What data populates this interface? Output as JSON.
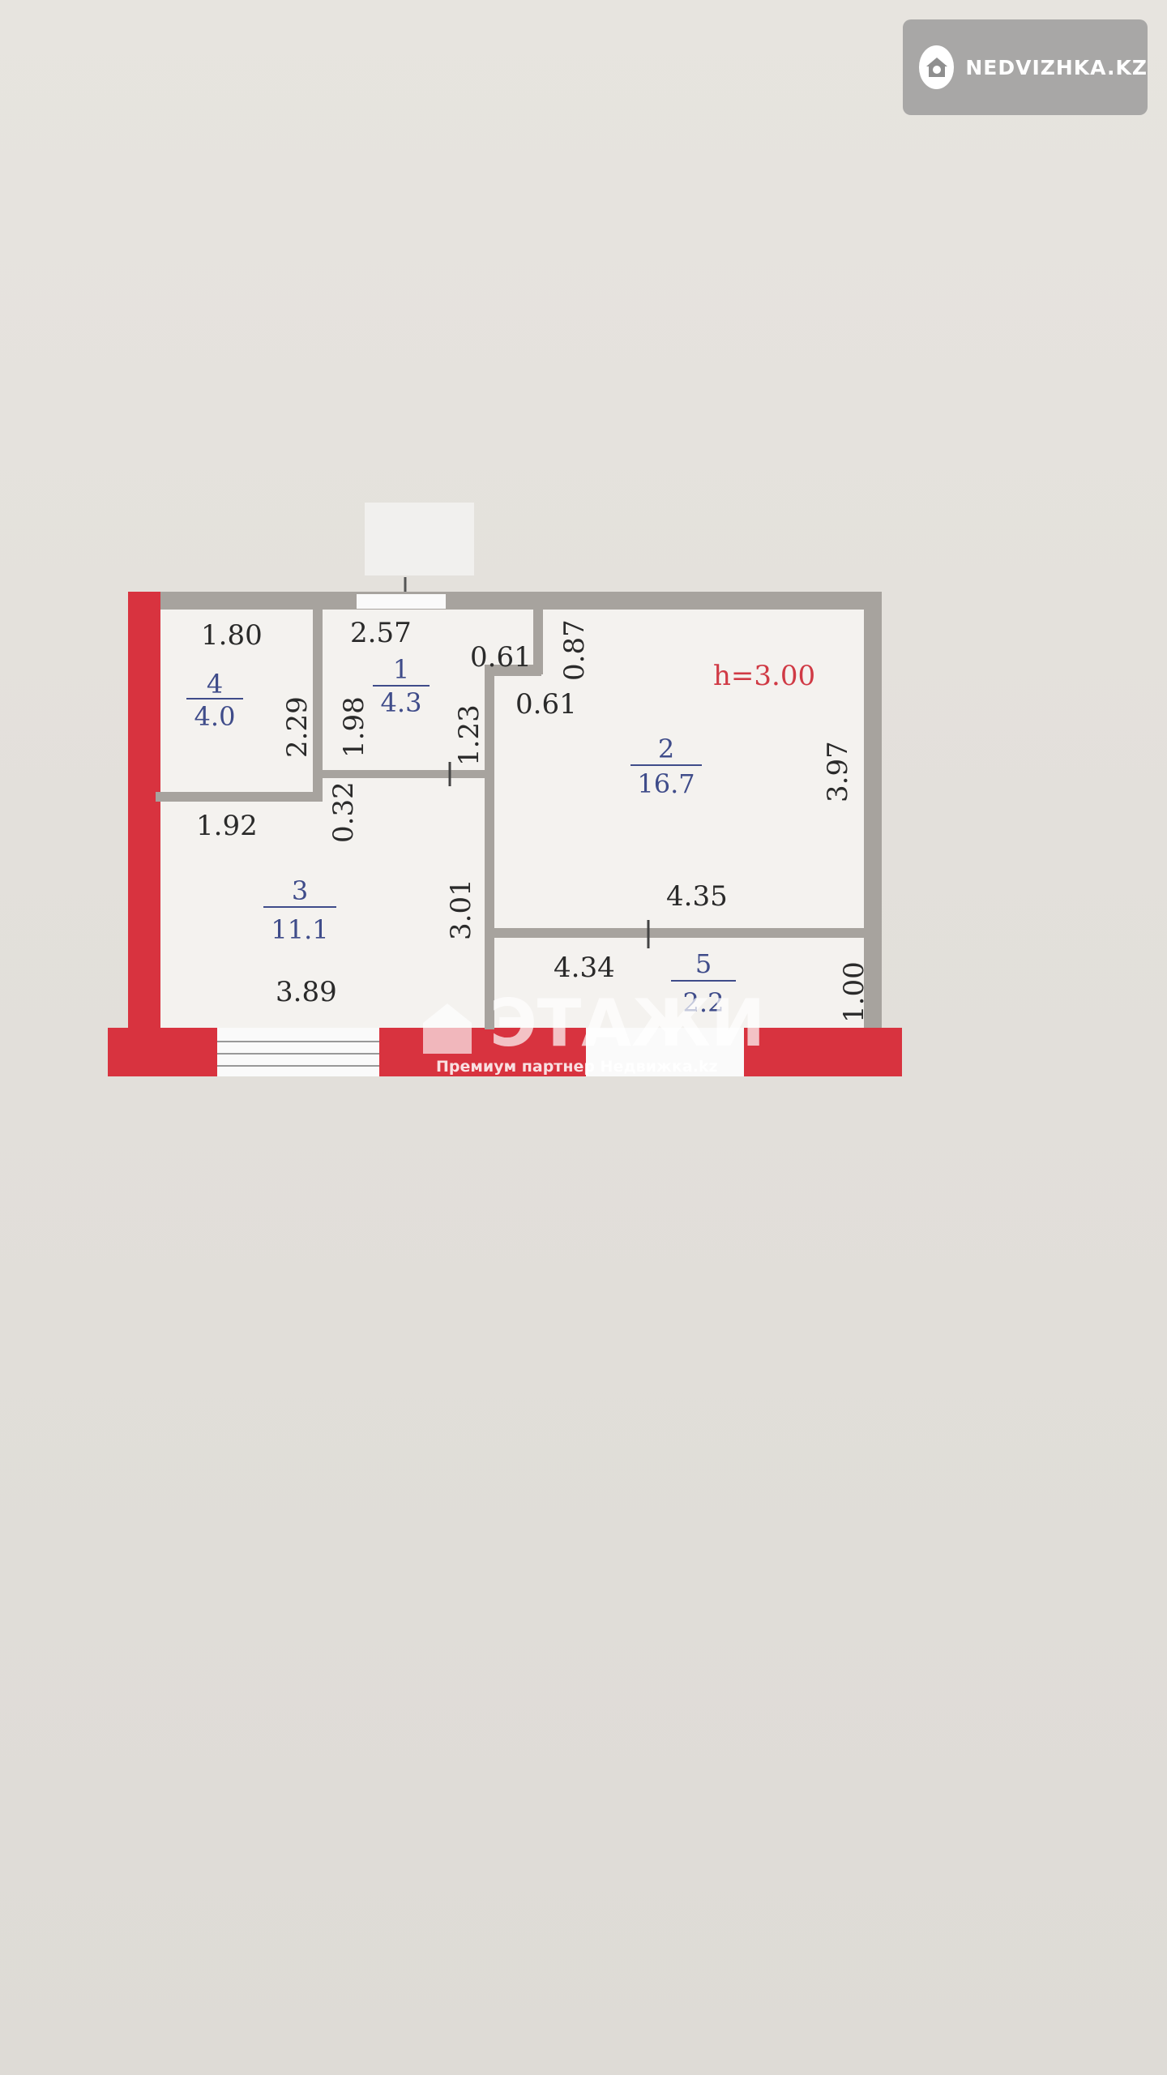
{
  "header": {
    "brand": "NEDVIZHKA.KZ",
    "logo_icon": "house-icon"
  },
  "plan": {
    "ceiling_height": "h=3.00",
    "rooms": [
      {
        "number": "1",
        "area": "4.3"
      },
      {
        "number": "2",
        "area": "16.7"
      },
      {
        "number": "3",
        "area": "11.1"
      },
      {
        "number": "4",
        "area": "4.0"
      },
      {
        "number": "5",
        "area": "2.2"
      }
    ],
    "dimensions": [
      "1.80",
      "2.57",
      "0.61",
      "0.87",
      "0.61",
      "2.29",
      "1.98",
      "1.23",
      "3.97",
      "1.92",
      "0.32",
      "3.01",
      "4.35",
      "4.34",
      "1.00",
      "3.89"
    ]
  },
  "watermark": {
    "title": "ЭТАЖИ",
    "subtitle": "Премиум партнер Недвижка.kz"
  },
  "colors": {
    "wall_outer": "#d8333f",
    "wall_inner": "#a7a39e",
    "room_fill": "#f4f2ef",
    "area_text": "#3f4c8a",
    "height_text": "#d03a45"
  }
}
